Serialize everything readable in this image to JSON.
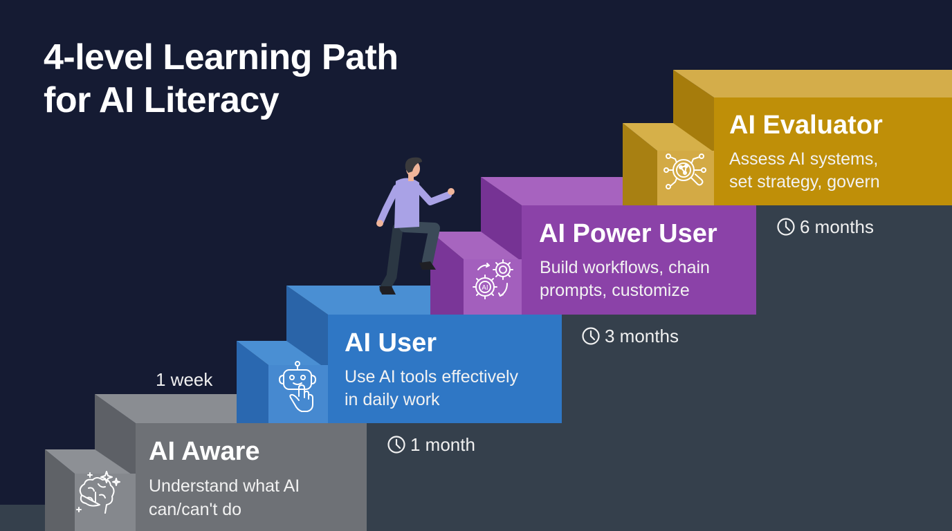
{
  "header": {
    "title_line1": "4-level Learning Path",
    "title_line2": "for AI Literacy"
  },
  "colors": {
    "background": "#151b33",
    "floor": "#35404c",
    "aware": "#6e7176",
    "user": "#2f77c5",
    "power_user": "#8b42a8",
    "evaluator": "#bf8f08"
  },
  "levels": [
    {
      "title": "AI Aware",
      "description_line1": "Understand what AI",
      "description_line2": "can/can't do",
      "duration": "1 week",
      "icon": "brain-sparkles-icon"
    },
    {
      "title": "AI User",
      "description_line1": "Use AI tools effectively",
      "description_line2": "in daily work",
      "duration": "1 month",
      "icon": "robot-touch-icon"
    },
    {
      "title": "AI Power User",
      "description_line1": "Build workflows, chain",
      "description_line2": "prompts, customize",
      "duration": "3 months",
      "icon": "ai-gears-icon"
    },
    {
      "title": "AI Evaluator",
      "description_line1": "Assess AI systems,",
      "description_line2": "set strategy, govern",
      "duration": "6 months",
      "icon": "magnifier-network-icon"
    }
  ],
  "figure": {
    "description": "person climbing stairs"
  }
}
